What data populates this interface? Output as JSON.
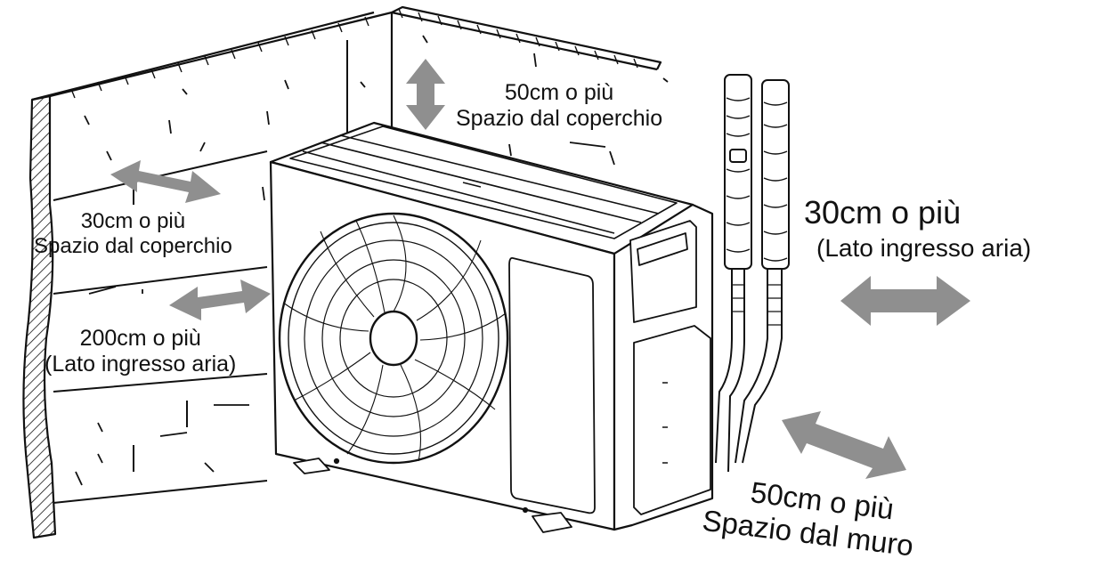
{
  "labels": {
    "top": {
      "line1": "50cm o più",
      "line2": "Spazio dal coperchio"
    },
    "left_upper": {
      "line1": "30cm  o più",
      "line2": "Spazio dal coperchio"
    },
    "left_lower": {
      "line1": "200cm o più",
      "line2": "(Lato ingresso aria)"
    },
    "right": {
      "line1": "30cm o più",
      "line2": "(Lato ingresso aria)"
    },
    "bottom_right": {
      "line1": "50cm o più",
      "line2": "Spazio dal muro"
    }
  },
  "colors": {
    "line": "#111111",
    "arrow": "#8f8f8f",
    "background": "#ffffff"
  }
}
